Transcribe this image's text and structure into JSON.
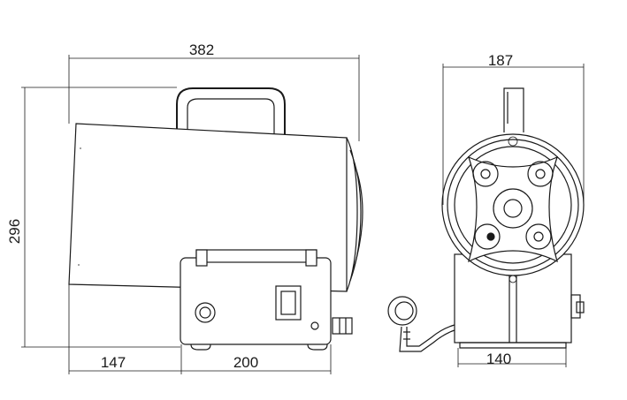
{
  "dimensions": {
    "overall_width": "382",
    "height": "296",
    "left_offset": "147",
    "box_width": "200",
    "side_width": "187",
    "base_width": "140"
  }
}
